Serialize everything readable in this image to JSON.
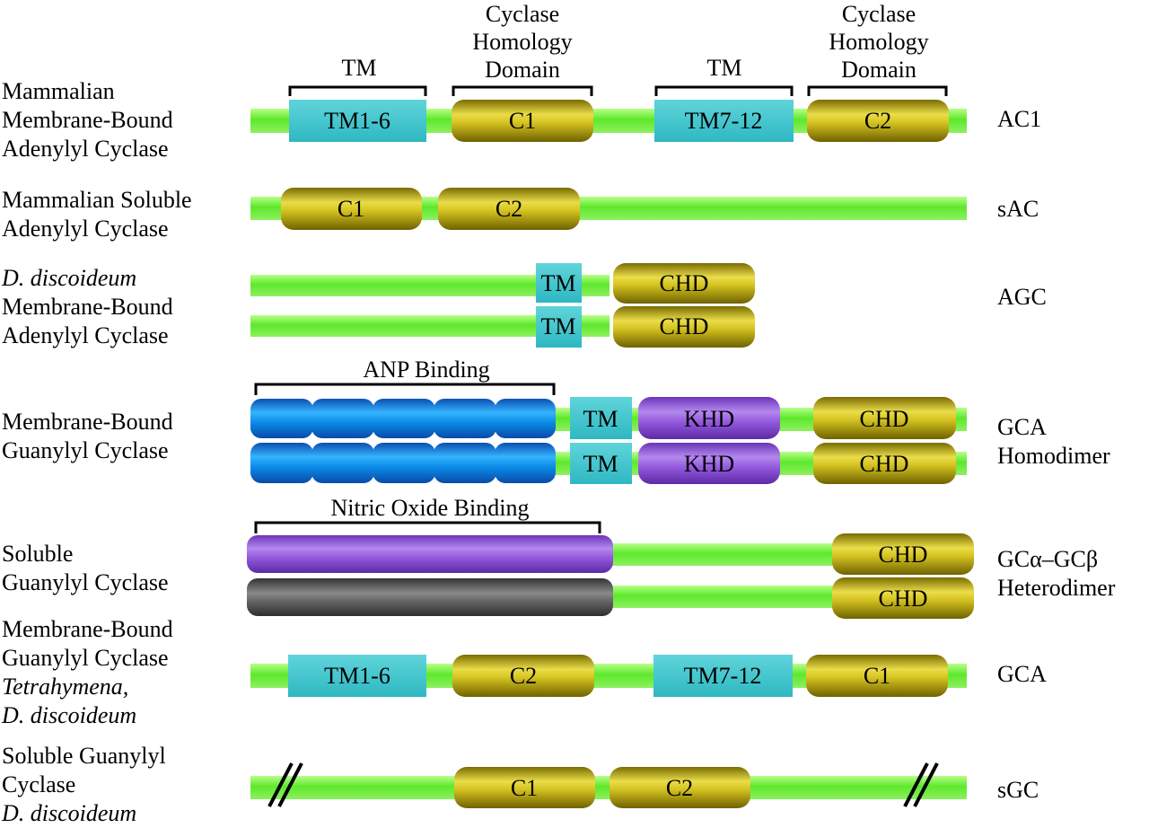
{
  "headers": {
    "tm": "TM",
    "chd_line1": "Cyclase",
    "chd_line2": "Homology",
    "chd_line3": "Domain"
  },
  "rows": [
    {
      "left": [
        "Mammalian",
        "Membrane-Bound",
        "Adenylyl Cyclase"
      ],
      "right": [
        "AC1"
      ],
      "domains": [
        "TM1-6",
        "C1",
        "TM7-12",
        "C2"
      ]
    },
    {
      "left": [
        "Mammalian Soluble",
        "Adenylyl Cyclase"
      ],
      "right": [
        "sAC"
      ],
      "domains": [
        "C1",
        "C2"
      ]
    },
    {
      "left": [
        "D. discoideum",
        "Membrane-Bound",
        "Adenylyl Cyclase"
      ],
      "right": [
        "AGC"
      ],
      "domains": [
        "TM",
        "CHD",
        "TM",
        "CHD"
      ]
    },
    {
      "left": [
        "Membrane-Bound",
        "Guanylyl Cyclase"
      ],
      "right": [
        "GCA",
        "Homodimer"
      ],
      "bracket": "ANP Binding",
      "domains": [
        "TM",
        "KHD",
        "CHD",
        "TM",
        "KHD",
        "CHD"
      ]
    },
    {
      "left": [
        "Soluble",
        "Guanylyl Cyclase"
      ],
      "right": [
        "GCα–GCβ",
        "Heterodimer"
      ],
      "bracket": "Nitric Oxide Binding",
      "domains": [
        "CHD",
        "CHD"
      ]
    },
    {
      "left": [
        "Membrane-Bound",
        "Guanylyl Cyclase",
        "Tetrahymena,",
        "D. discoideum"
      ],
      "right": [
        "GCA"
      ],
      "domains": [
        "TM1-6",
        "C2",
        "TM7-12",
        "C1"
      ]
    },
    {
      "left": [
        "Soluble Guanylyl",
        "Cyclase",
        "D. discoideum"
      ],
      "right": [
        "sGC"
      ],
      "domains": [
        "C1",
        "C2"
      ]
    }
  ],
  "colors": {
    "line": "#66ee33",
    "tm": "#45c8cf",
    "cyclase": "#b8a60a",
    "anp": "#0a7fe0",
    "khd": "#8e55d6",
    "no_binding": "#8e55d6",
    "gc_beta_n": "#555555"
  }
}
